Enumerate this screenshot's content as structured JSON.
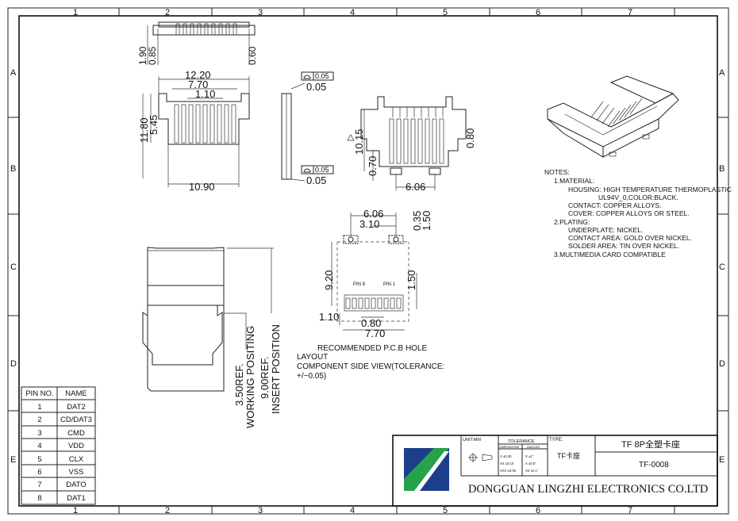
{
  "border": {
    "columns": [
      "1",
      "2",
      "3",
      "4",
      "5",
      "6",
      "7"
    ],
    "rows": [
      "A",
      "B",
      "C",
      "D",
      "E"
    ]
  },
  "views": {
    "top_view": {
      "dims": [
        "1.90",
        "0.85",
        "0.60"
      ]
    },
    "front_view": {
      "dims": [
        "12.20",
        "7.70",
        "1.10",
        "5.45",
        "11.80",
        "10.90"
      ]
    },
    "side_view": {
      "dims": [
        "0.05",
        "0.05"
      ],
      "flatness": [
        "0.05",
        "0.05"
      ]
    },
    "pcb_view": {
      "dims": [
        "10.15",
        "0.70",
        "0.80",
        "6.06"
      ]
    },
    "hole_layout": {
      "dims": [
        "6.06",
        "3.10",
        "0.35",
        "1.50",
        "9.20",
        "1.50",
        "1.10",
        "0.80",
        "7.70"
      ],
      "pin_labels": [
        "PIN 8",
        "PIN 1"
      ],
      "caption_lines": [
        "RECOMMENDED P.C.B HOLE",
        "LAYOUT",
        "COMPONENT SIDE VIEW(TOLERANCE:",
        "+/−0.05)"
      ]
    },
    "card_view": {
      "dims": [
        "3.50REF.",
        "WORKING POSITING",
        "9.00REF.",
        "INSERT POSITION"
      ]
    }
  },
  "notes": {
    "title": "NOTES:",
    "lines": [
      "1.MATERIAL:",
      "HOUSING: HIGH TEMPERATURE THERMOPLASTIC",
      "UL94V_0,COLOR:BLACK.",
      "CONTACT: COPPER ALLOYS.",
      "COVER: COPPER ALLOYS OR STEEL.",
      "2.PLATING:",
      "UNDERPLATE: NICKEL.",
      "CONTACT AREA: GOLD OVER NICKEL.",
      "SOLDER AREA: TIN OVER NICKEL.",
      "3.MULTIMEDIA CARD COMPATIBLE"
    ]
  },
  "pin_table": {
    "headers": [
      "PIN NO.",
      "NAME"
    ],
    "rows": [
      [
        "1",
        "DAT2"
      ],
      [
        "2",
        "CD/DAT3"
      ],
      [
        "3",
        "CMD"
      ],
      [
        "4",
        "VDD"
      ],
      [
        "5",
        "CLX"
      ],
      [
        "6",
        "VSS"
      ],
      [
        "7",
        "DATO"
      ],
      [
        "8",
        "DAT1"
      ]
    ]
  },
  "title_block": {
    "unit_label": "UNIT:MM",
    "tolerance_label": "TOLERANCE",
    "dimension_label": "DIMENSIONS",
    "angles_label": "ANGLES",
    "tol_rows": [
      "X ±0.30",
      "XX ±0.10",
      "XXX ±0.05"
    ],
    "angle_rows": [
      "X ±1°",
      "X ±0.5°",
      "XX ±0.1°"
    ],
    "type_label": "TYPE:",
    "type_value": "TF卡座",
    "product_name": "TF 8P全塑卡座",
    "part_number": "TF-0008",
    "company": "DONGGUAN LINGZHI ELECTRONICS CO.LTD",
    "colors": {
      "logo_blue": "#1c3f8c",
      "logo_green": "#27a24a",
      "logo_white": "#ffffff"
    }
  }
}
